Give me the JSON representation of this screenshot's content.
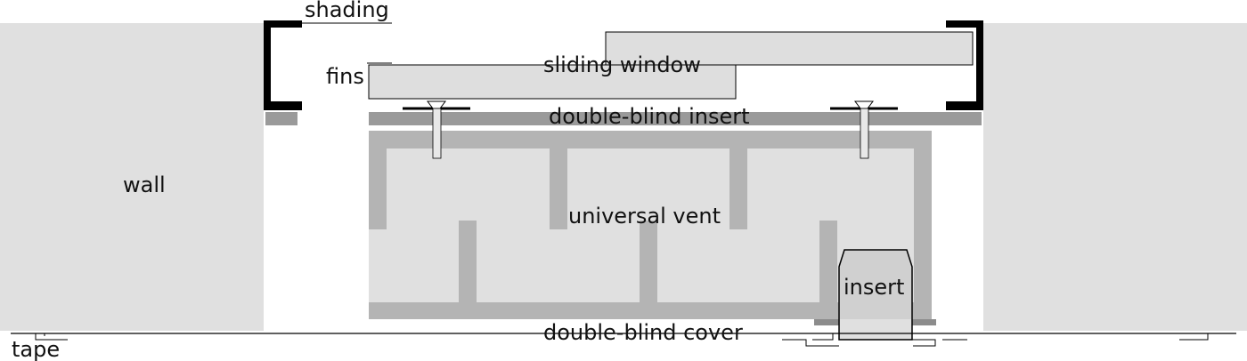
{
  "labels": {
    "shading": "shading",
    "fins": "fins",
    "sliding_window": "sliding window",
    "double_blind_insert": "double-blind insert",
    "wall": "wall",
    "universal_vent": "universal vent",
    "insert": "insert",
    "tape": "tape",
    "double_blind_cover": "double-blind cover"
  },
  "colors": {
    "wall": "#e0e0e0",
    "vent_body": "#e0e0e0",
    "baffle": "#b4b4b4",
    "strip": "#9a9a9a",
    "cover_tab": "#8c8c8c",
    "window_pane": "#dedede",
    "bracket": "#000000",
    "line": "#000000"
  }
}
